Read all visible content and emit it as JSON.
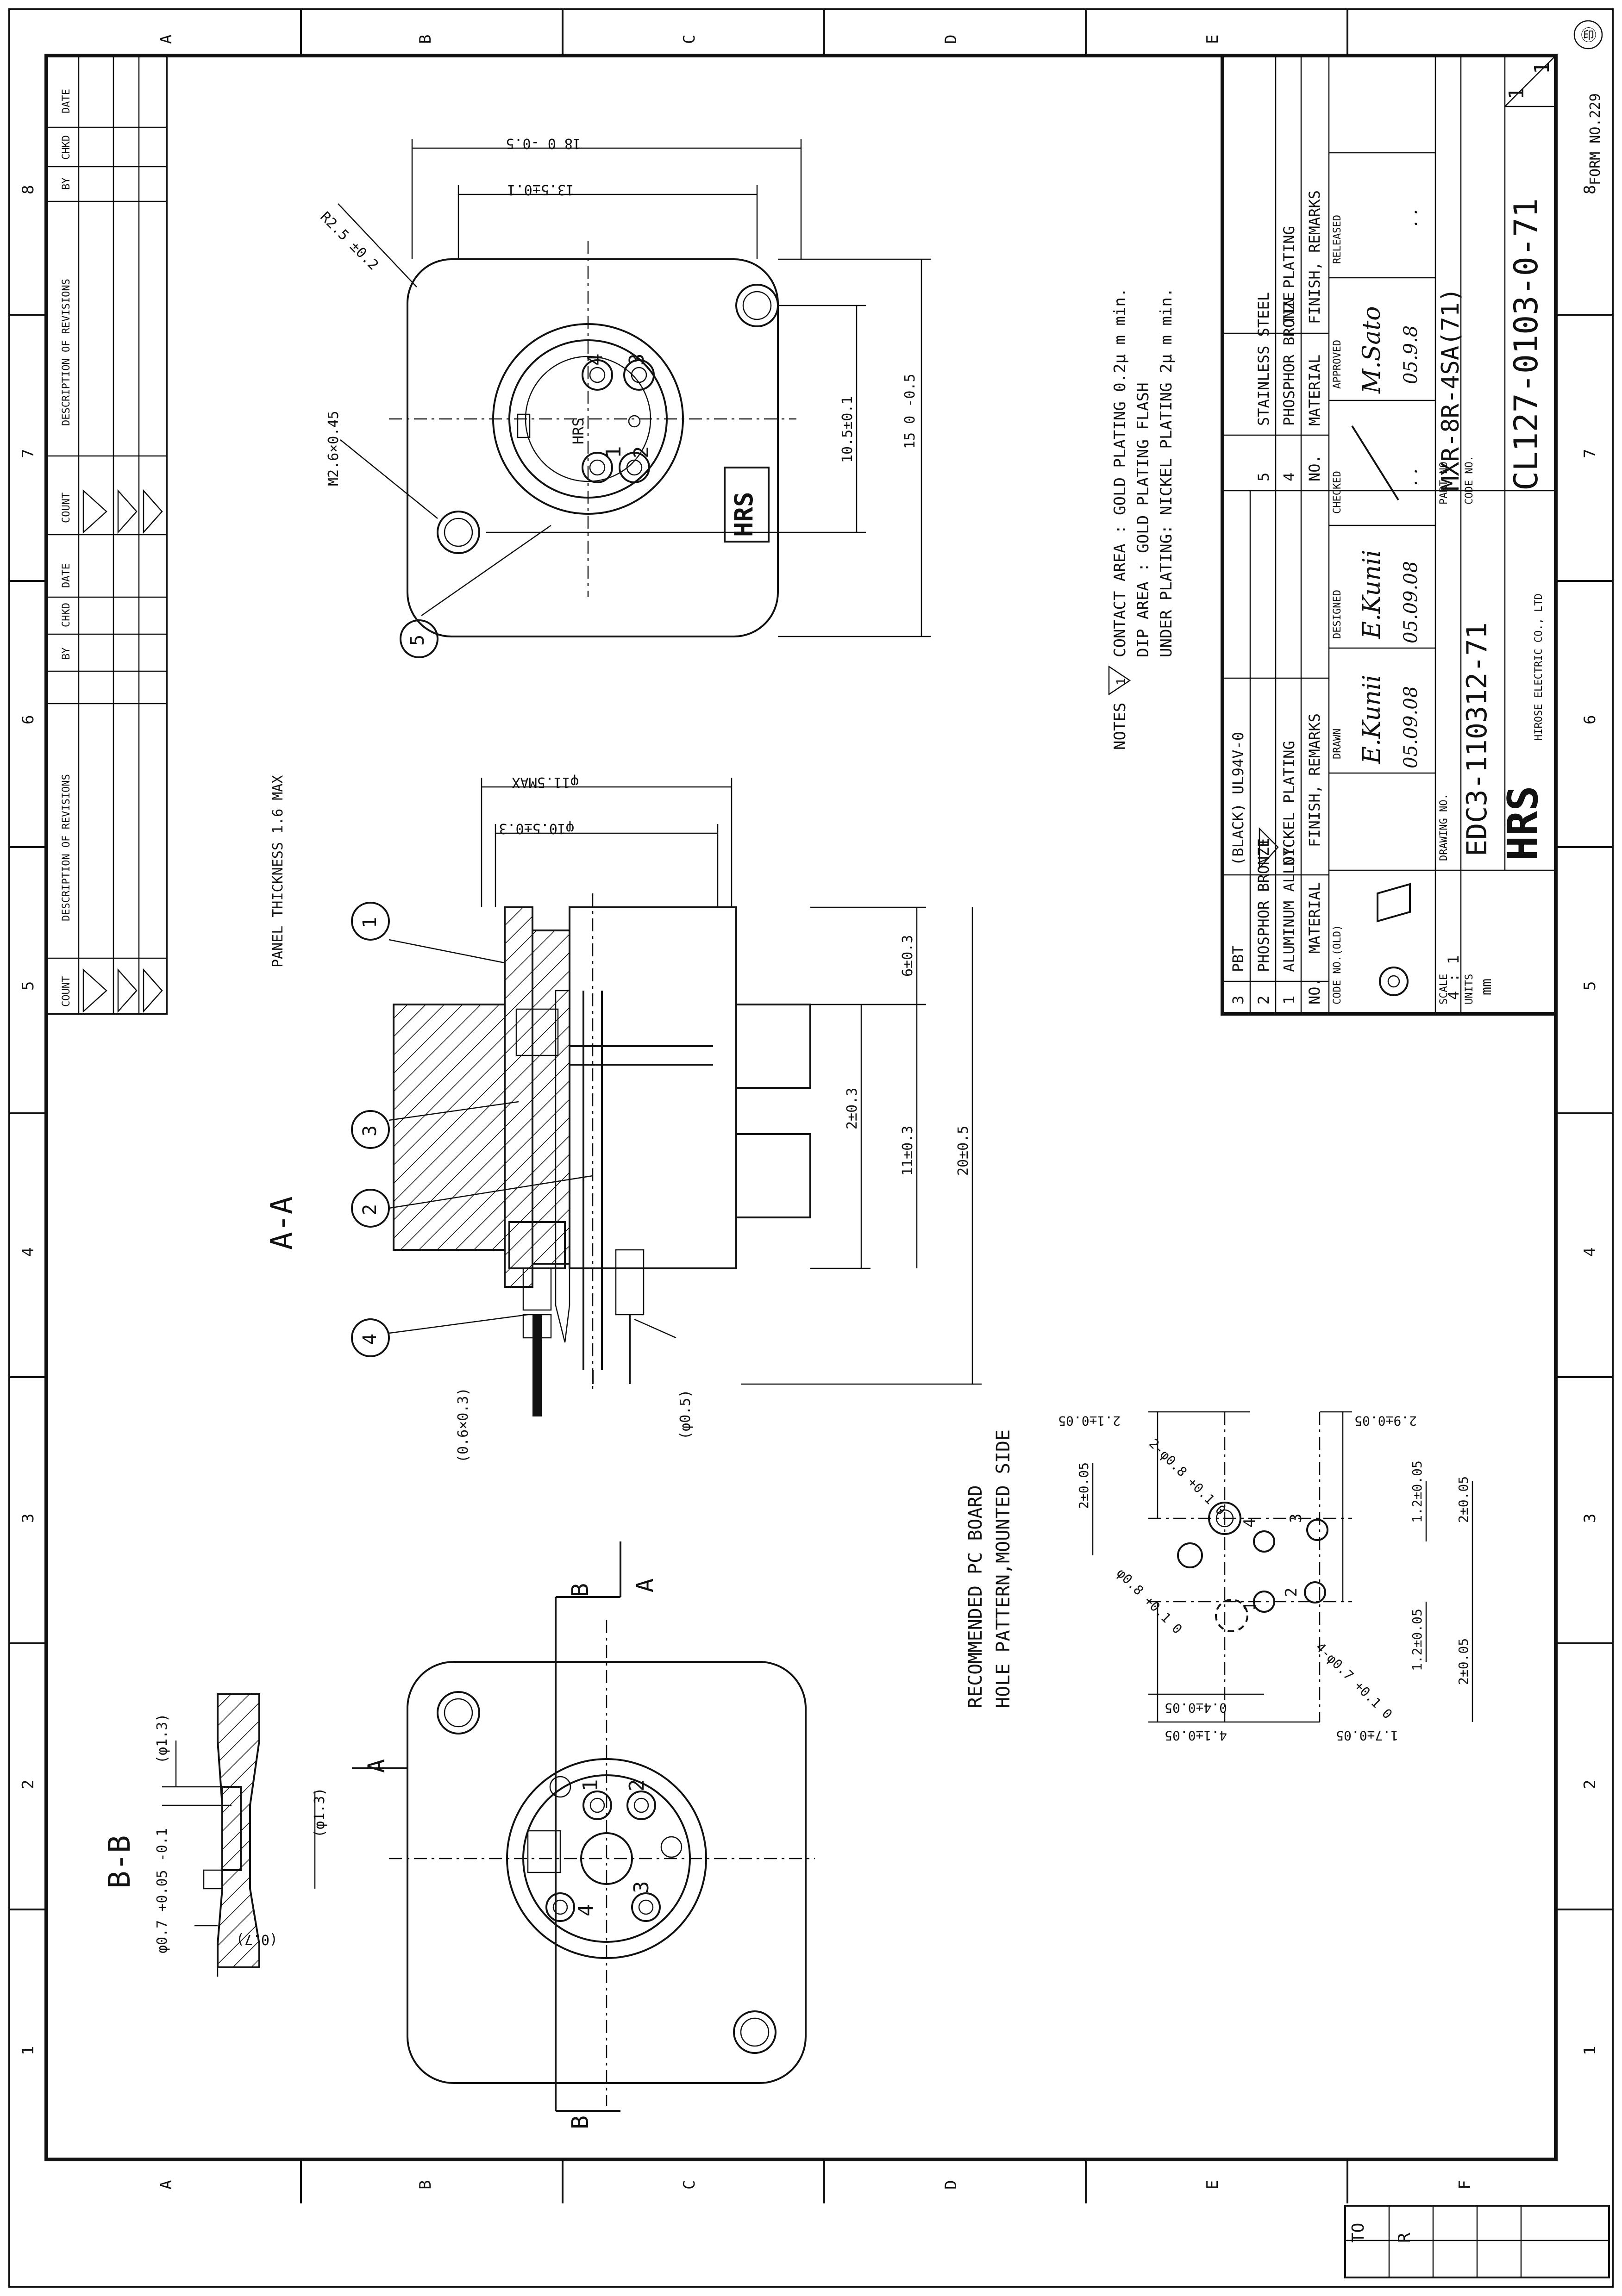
{
  "grid": {
    "top_letters": [
      "A",
      "B",
      "C",
      "D",
      "E"
    ],
    "bottom_letters": [
      "A",
      "B",
      "C",
      "D",
      "E",
      "F"
    ],
    "right_numbers": [
      "8",
      "7",
      "6",
      "5",
      "4",
      "3",
      "2",
      "1"
    ],
    "left_numbers": [
      "8",
      "7",
      "6",
      "5",
      "4",
      "3",
      "2",
      "1"
    ],
    "form_no": "FORM NO.229",
    "corner_mark": "㊞"
  },
  "revision_table": {
    "col_count": "COUNT",
    "col_desc": "DESCRIPTION OF REVISIONS",
    "col_by": "BY",
    "col_chkd": "CHKD",
    "col_date": "DATE",
    "date_placeholder": ". ."
  },
  "to_box": {
    "line1": "TO",
    "line2": "R"
  },
  "views": {
    "section_aa": "A-A",
    "section_bb": "B-B",
    "panel_thickness": "PANEL THICKNESS 1.6 MAX",
    "pcb_title_1": "RECOMMENDED PC BOARD",
    "pcb_title_2": "HOLE PATTERN,MOUNTED SIDE",
    "cut_a": "A",
    "cut_b": "B"
  },
  "dimensions": {
    "d18": "18 0 -0.5",
    "d13_5": "13.5±0.1",
    "r2_5": "R2.5 ±0.2",
    "m2_6": "M2.6×0.45",
    "d10_5": "10.5±0.1",
    "d15": "15 0 -0.5",
    "phi11_5": "φ11.5MAX",
    "phi10_5": "φ10.5±0.3",
    "d6": "6±0.3",
    "d2": "2±0.3",
    "d11": "11±0.3",
    "d20": "20±0.5",
    "d0_6x0_3": "(0.6×0.3)",
    "phi0_5": "(φ0.5)",
    "pcb_2_1": "2.1±0.05",
    "pcb_2_9": "2.9±0.05",
    "pcb_2_left": "2±0.05",
    "pcb_1_2_top": "1.2±0.05",
    "pcb_2_right": "2±0.05",
    "pcb_phi0_8a": "2-φ0.8 +0.1 0",
    "pcb_phi0_8b": "φ0.8 +0.1 0",
    "pcb_phi0_7": "4-φ0.7 +0.1 0",
    "pcb_1_2_bot": "1.2±0.05",
    "pcb_2_bot": "2±0.05",
    "pcb_0_4": "0.4±0.05",
    "pcb_4_1": "4.1±0.05",
    "pcb_1_7": "1.7±0.05",
    "bb_phi1_3a": "(φ1.3)",
    "bb_phi1_3b": "(φ1.3)",
    "bb_phi0_7": "φ0.7 +0.05 -0.1",
    "bb_0_7": "(0.7)"
  },
  "callouts": [
    "1",
    "2",
    "3",
    "4",
    "5"
  ],
  "pin_numbers": [
    "1",
    "2",
    "3",
    "4"
  ],
  "brand_logo": "HRS",
  "notes": {
    "label": "NOTES",
    "flag": "1",
    "line1": "CONTACT AREA  : GOLD PLATING 0.2μ m min.",
    "line2": "DIP AREA      : GOLD PLATING FLASH",
    "line3": "UNDER PLATING: NICKEL PLATING 2μ m min."
  },
  "bom": {
    "left": [
      {
        "no": "3",
        "material": "PBT",
        "finish": "(BLACK) UL94V-0"
      },
      {
        "no": "2",
        "material": "PHOSPHOR BRONZE",
        "finish": "1"
      },
      {
        "no": "1",
        "material": "ALUMINUM ALLOY",
        "finish": "NICKEL PLATING"
      }
    ],
    "right": [
      {
        "no": "5",
        "material": "STAINLESS STEEL",
        "finish": ""
      },
      {
        "no": "4",
        "material": "PHOSPHOR BRONZE",
        "finish": "TIN PLATING"
      }
    ],
    "hdr_no": "NO.",
    "hdr_material": "MATERIAL",
    "hdr_finish": "FINISH, REMARKS"
  },
  "title_block": {
    "code_no_old_label": "CODE NO.(OLD)",
    "drawn_label": "DRAWN",
    "designed_label": "DESIGNED",
    "checked_label": "CHECKED",
    "approved_label": "APPROVED",
    "released_label": "RELEASED",
    "drawn_sig": "E.Kunii",
    "drawn_date": "05.09.08",
    "designed_sig": "E.Kunii",
    "designed_date": "05.09.08",
    "checked_date": ". .",
    "approved_sig": "M.Sato",
    "approved_date": "05.9.8",
    "released_date": ". .",
    "scale_label": "SCALE",
    "scale_value": "4 : 1",
    "units_label": "UNITS",
    "units_value": "mm",
    "drawing_no_label": "DRAWING NO.",
    "drawing_no": "EDC3-110312-71",
    "part_no_label": "PART NO.",
    "part_no": "MXR-8R-4SA(71)",
    "code_no_label": "CODE NO.",
    "code_no": "CL127-0103-0-71",
    "sheet": "1",
    "sheets": "1",
    "company": "HIROSE ELECTRIC CO., LTD"
  }
}
